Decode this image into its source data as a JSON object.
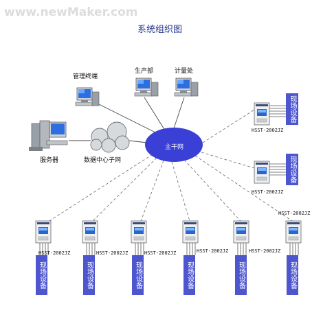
{
  "watermark": "www.newMaker.com",
  "title": "系统组织图",
  "hub": {
    "label": "主干网",
    "color": "#3a3fd6"
  },
  "nodes": {
    "server": "服务器",
    "data_center": "数据中心子网",
    "mgmt": "管理终端",
    "production": "生产部",
    "metering": "计量处"
  },
  "device_model": "HSST-2002JZ",
  "site_label": "现场设备",
  "colors": {
    "site_box": "#4d55cf",
    "hub": "#3a3fd6",
    "dashed": "#777777"
  }
}
